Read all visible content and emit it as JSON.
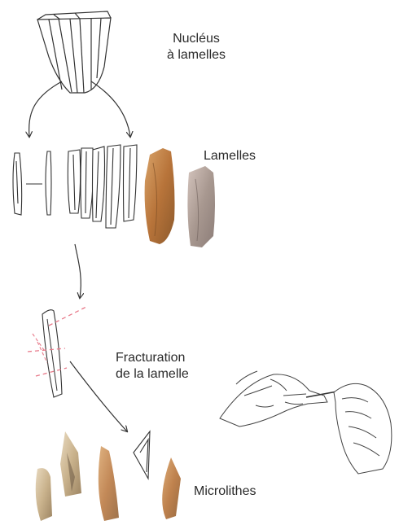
{
  "labels": {
    "nucleus_line1": "Nucléus",
    "nucleus_line2": "à lamelles",
    "lamelles": "Lamelles",
    "fracture_line1": "Fracturation",
    "fracture_line2": "de la lamelle",
    "microlithes": "Microlithes"
  },
  "colors": {
    "ink": "#2a2a2a",
    "fracture_line": "#e87a8a",
    "flint_tan": "#c98a4a",
    "flint_grey": "#b3a79e",
    "flint_light": "#d8c6a8"
  },
  "icons": {
    "core": "blade-core-drawing",
    "hands": "hands-breaking-bladelet-drawing"
  }
}
